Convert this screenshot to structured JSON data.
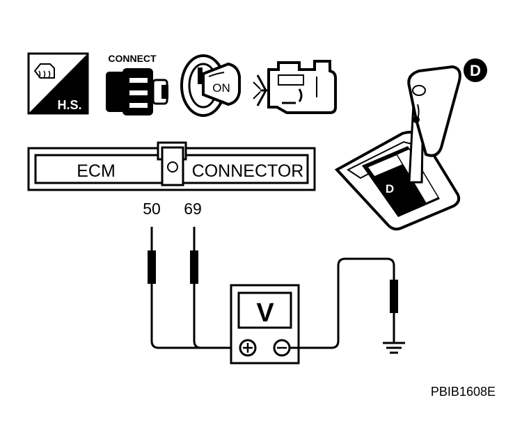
{
  "icons": {
    "hot_soak_label": "H.S.",
    "connect_label": "CONNECT",
    "ignition_label": "ON"
  },
  "shifter": {
    "position_badge": "D",
    "gate_letter": "D"
  },
  "ecm": {
    "left_label": "ECM",
    "right_label": "CONNECTOR",
    "pin_a": "50",
    "pin_b": "69"
  },
  "meter": {
    "display_letter": "V",
    "positive_symbol": "⊕",
    "negative_symbol": "⊖"
  },
  "figure_code": "PBIB1608E"
}
